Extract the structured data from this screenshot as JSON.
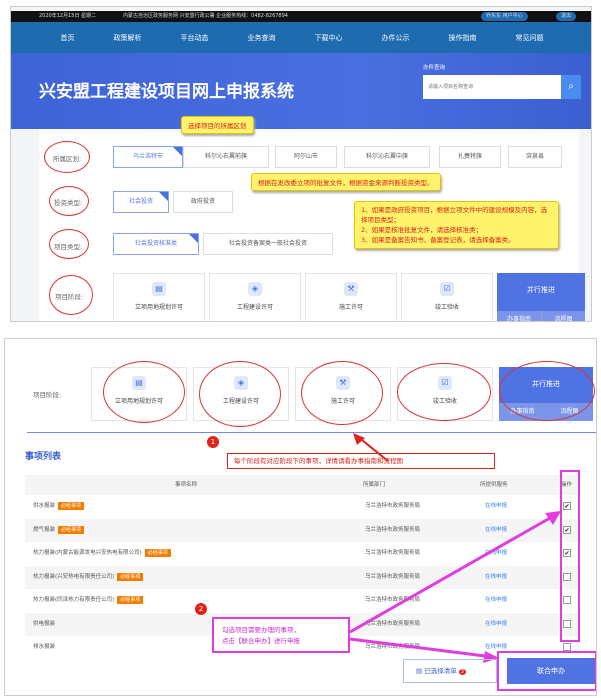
{
  "topbar": {
    "date": "2020年12月15日 星期二",
    "links": "内蒙古自治区政务服务网  兴安盟行政公署  企业服务热线：0482-8267894",
    "user": "乔东东 用户中心",
    "logout": "退出"
  },
  "nav": [
    "首页",
    "政策解析",
    "平台动态",
    "业务查询",
    "下载中心",
    "办件公示",
    "操作指南",
    "常见问题"
  ],
  "banner": {
    "title": "兴安盟工程建设项目网上申报系统",
    "search_label": "办件查询",
    "search_placeholder": "请输入项目名称查询"
  },
  "form": {
    "region_label": "所属区划:",
    "regions": [
      "乌兰浩特市",
      "科尔沁右翼前旗",
      "阿尔山市",
      "科尔沁右翼中旗",
      "扎赉特旗",
      "突泉县"
    ],
    "invest_label": "投资类型:",
    "invest": [
      "社会投资",
      "政府投资"
    ],
    "type_label": "项目类型:",
    "types": [
      "社会投资核准类",
      "社会投资备案类一般社会投资"
    ],
    "stage_label": "项目阶段:",
    "stages": [
      "立项用地规划许可",
      "工程建设许可",
      "施工许可",
      "竣工验收"
    ],
    "parallel": "并行推进",
    "guide": "办事指南",
    "flow": "流程图"
  },
  "tips": {
    "region": "选择项目的所属区划",
    "invest": "根据在发改委立项的批复文件，根据资金来源判断投资类型。",
    "type": [
      "1、如果是政府投资项目，根据立项文件中的建设规模及内容，选择项目类型；",
      "2、如果是核准批复文件，请选择核准类；",
      "3、如果是备案告知书、备案登记表，请选择备案类。"
    ],
    "stage": "每个阶段有对应阶段下的事项，详情请看办事指南和流程图",
    "submit": [
      "勾选项目需要办理的事项，",
      "点击【联合申办】进行申报"
    ],
    "n1": "1",
    "n2": "2"
  },
  "list": {
    "title": "事项列表",
    "headers": [
      "事项名称",
      "所属部门",
      "所提供服务",
      "操作"
    ],
    "tag": "必经事项",
    "rows": [
      {
        "name": "供水报装",
        "dept": "乌兰浩特市政务服务局",
        "service": "在线申报",
        "req": true,
        "checked": true
      },
      {
        "name": "燃气报装",
        "dept": "乌兰浩特市政务服务局",
        "service": "在线申报",
        "req": true,
        "checked": true
      },
      {
        "name": "热力报装(内蒙古能源发电兴安热电有限公司)",
        "dept": "乌兰浩特市政务服务局",
        "service": "在线申报",
        "req": true,
        "checked": true
      },
      {
        "name": "热力报装(兴安热电有限责任公司)",
        "dept": "乌兰浩特市政务服务局",
        "service": "在线申报",
        "req": true,
        "checked": false
      },
      {
        "name": "热力报装(同泽热力有限责任公司)",
        "dept": "乌兰浩特市政务服务局",
        "service": "在线申报",
        "req": true,
        "checked": false
      },
      {
        "name": "供电报装",
        "dept": "乌兰浩特市政务服务局",
        "service": "在线申报",
        "req": false,
        "checked": false
      },
      {
        "name": "排水报装",
        "dept": "乌兰浩特市政务服务局",
        "service": "在线申报",
        "req": false,
        "checked": false
      }
    ],
    "selected_label": "已选择清单",
    "selected_count": "3",
    "submit": "联合申办"
  }
}
